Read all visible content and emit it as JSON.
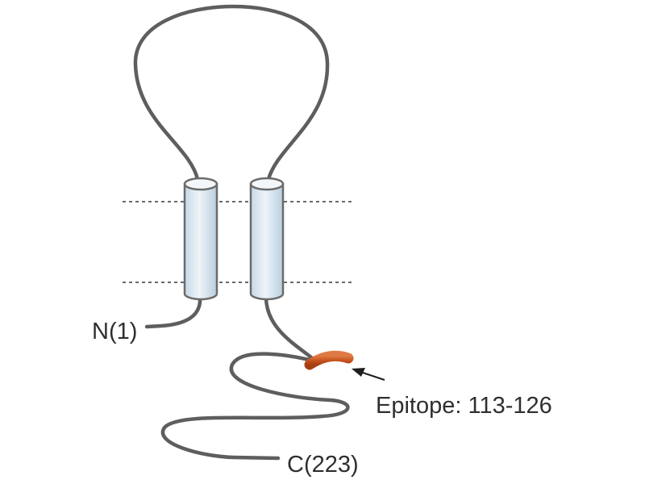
{
  "labels": {
    "n_terminus": "N(1)",
    "c_terminus": "C(223)",
    "epitope": "Epitope: 113-126"
  },
  "colors": {
    "chain": "#5e5e5e",
    "helix_fill": "#dde9f2",
    "helix_stroke": "#6b6b6b",
    "membrane": "#6a6a6a",
    "epitope": "#c9541f",
    "text": "#2f2f2f"
  }
}
